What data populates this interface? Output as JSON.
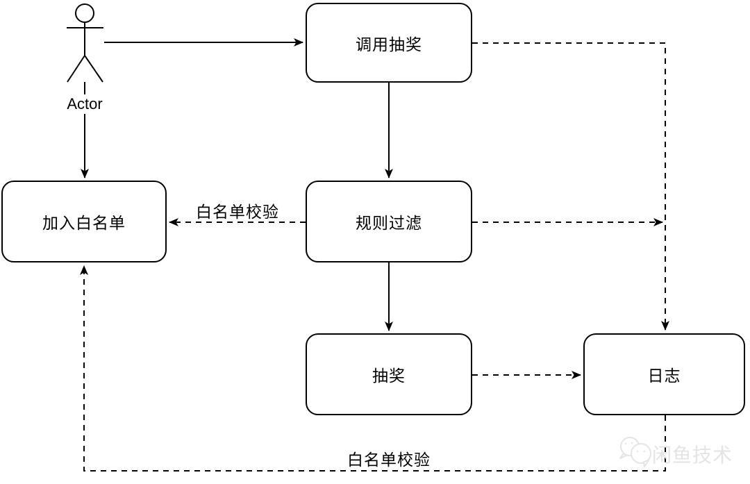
{
  "diagram": {
    "actor": {
      "label": "Actor"
    },
    "nodes": [
      {
        "id": "call-lottery",
        "label": "调用抽奖"
      },
      {
        "id": "rule-filter",
        "label": "规则过滤"
      },
      {
        "id": "add-whitelist",
        "label": "加入白名单"
      },
      {
        "id": "lottery",
        "label": "抽奖"
      },
      {
        "id": "log",
        "label": "日志"
      }
    ],
    "edges": [
      {
        "from": "actor",
        "to": "call-lottery",
        "style": "solid",
        "label": ""
      },
      {
        "from": "actor",
        "to": "add-whitelist",
        "style": "solid",
        "label": ""
      },
      {
        "from": "call-lottery",
        "to": "rule-filter",
        "style": "solid",
        "label": ""
      },
      {
        "from": "rule-filter",
        "to": "lottery",
        "style": "solid",
        "label": ""
      },
      {
        "from": "rule-filter",
        "to": "add-whitelist",
        "style": "dashed",
        "label": "白名单校验"
      },
      {
        "from": "call-lottery",
        "to": "log",
        "style": "dashed",
        "label": ""
      },
      {
        "from": "rule-filter",
        "to": "log",
        "style": "dashed",
        "label": ""
      },
      {
        "from": "lottery",
        "to": "log",
        "style": "dashed",
        "label": ""
      },
      {
        "from": "log",
        "to": "add-whitelist",
        "style": "dashed",
        "label": "白名单校验"
      }
    ],
    "edge_labels": [
      {
        "id": "whitelist-check-mid",
        "label": "白名单校验"
      },
      {
        "id": "whitelist-check-bottom",
        "label": "白名单校验"
      }
    ],
    "watermark": {
      "label": "闲鱼技术",
      "color": "#e4e4e4"
    },
    "colors": {
      "stroke": "#000000",
      "background": "#ffffff"
    }
  }
}
